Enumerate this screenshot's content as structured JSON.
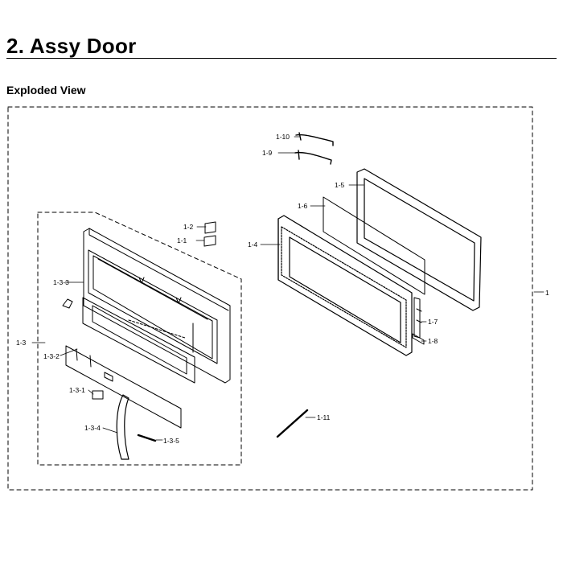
{
  "page": {
    "title": "2.  Assy Door",
    "subtitle": "Exploded View"
  },
  "callouts": {
    "c1": "1",
    "c1_1": "1-1",
    "c1_2": "1-2",
    "c1_3": "1-3",
    "c1_3_1": "1-3-1",
    "c1_3_2": "1-3-2",
    "c1_3_3": "1-3-3",
    "c1_3_4": "1-3-4",
    "c1_3_5": "1-3-5",
    "c1_4": "1-4",
    "c1_5": "1-5",
    "c1_6": "1-6",
    "c1_7": "1-7",
    "c1_8": "1-8",
    "c1_9": "1-9",
    "c1_10": "1-10",
    "c1_11": "1-11"
  }
}
